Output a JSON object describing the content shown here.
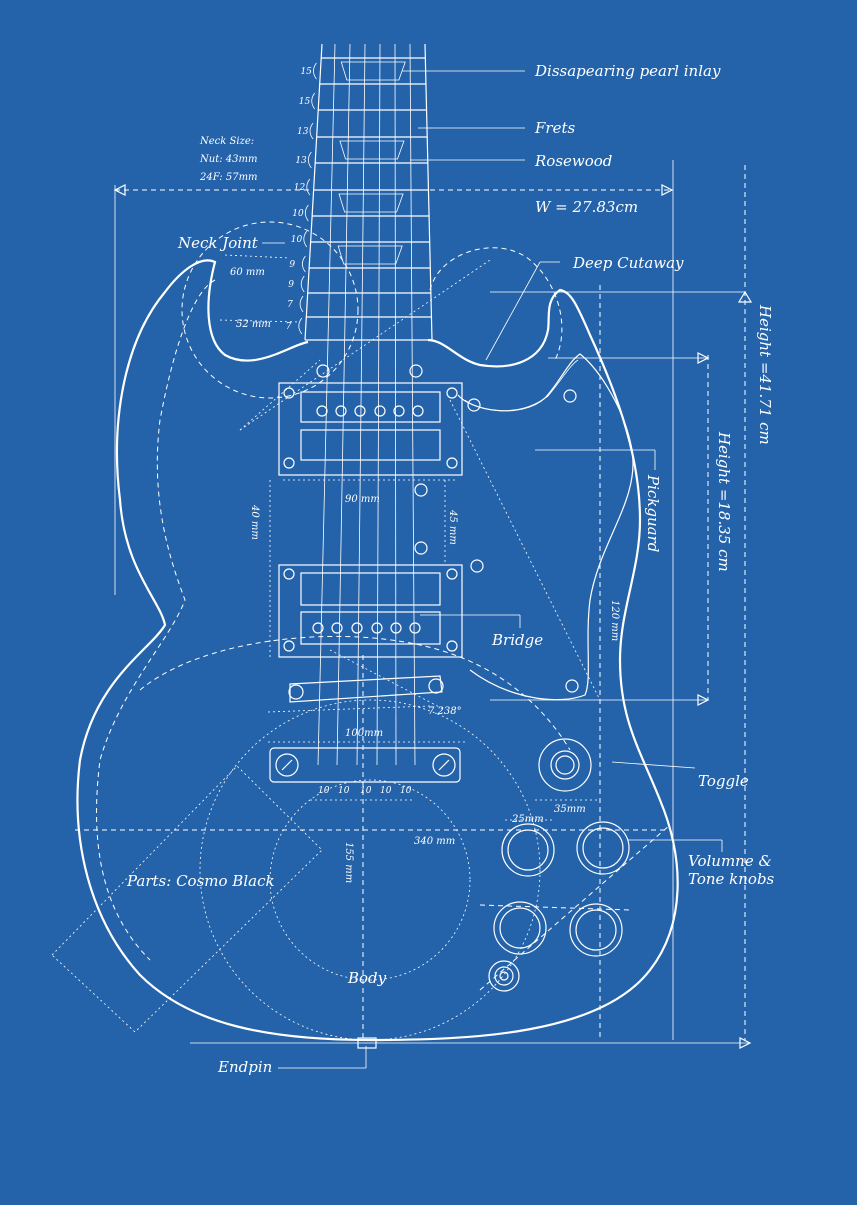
{
  "labels": {
    "inlay": "Dissapearing pearl inlay",
    "frets": "Frets",
    "rosewood": "Rosewood",
    "width": "W = 27.83cm",
    "cutaway": "Deep Cutaway",
    "neck_joint": "Neck Joint",
    "neck_size_title": "Neck Size:",
    "neck_nut": "Nut: 43mm",
    "neck_24f": "24F: 57mm",
    "height_total": "Height =41.71 cm",
    "height_body": "Height =18.35 cm",
    "pickguard": "Pickguard",
    "bridge": "Bridge",
    "toggle": "Toggle",
    "knobs_line1": "Volumne &",
    "knobs_line2": "Tone knobs",
    "parts": "Parts: Cosmo Black",
    "body": "Body",
    "endpin": "Endpin"
  },
  "dimensions": {
    "d60": "60 mm",
    "d52": "52 mm",
    "d90": "90 mm",
    "d40": "40 mm",
    "d45": "45 mm",
    "d120": "120 mm",
    "d100": "100mm",
    "angle": "7.238°",
    "d340": "340 mm",
    "d155": "155 mm",
    "d35": "35mm",
    "d25": "25mm",
    "spacing": [
      "10",
      "10",
      "10",
      "10",
      "10"
    ]
  },
  "fret_numbers": [
    "15",
    "15",
    "13",
    "13",
    "12",
    "10",
    "10",
    "9",
    "9",
    "7",
    "7"
  ],
  "colors": {
    "background": "#2463aa",
    "ink": "#ffffff"
  }
}
